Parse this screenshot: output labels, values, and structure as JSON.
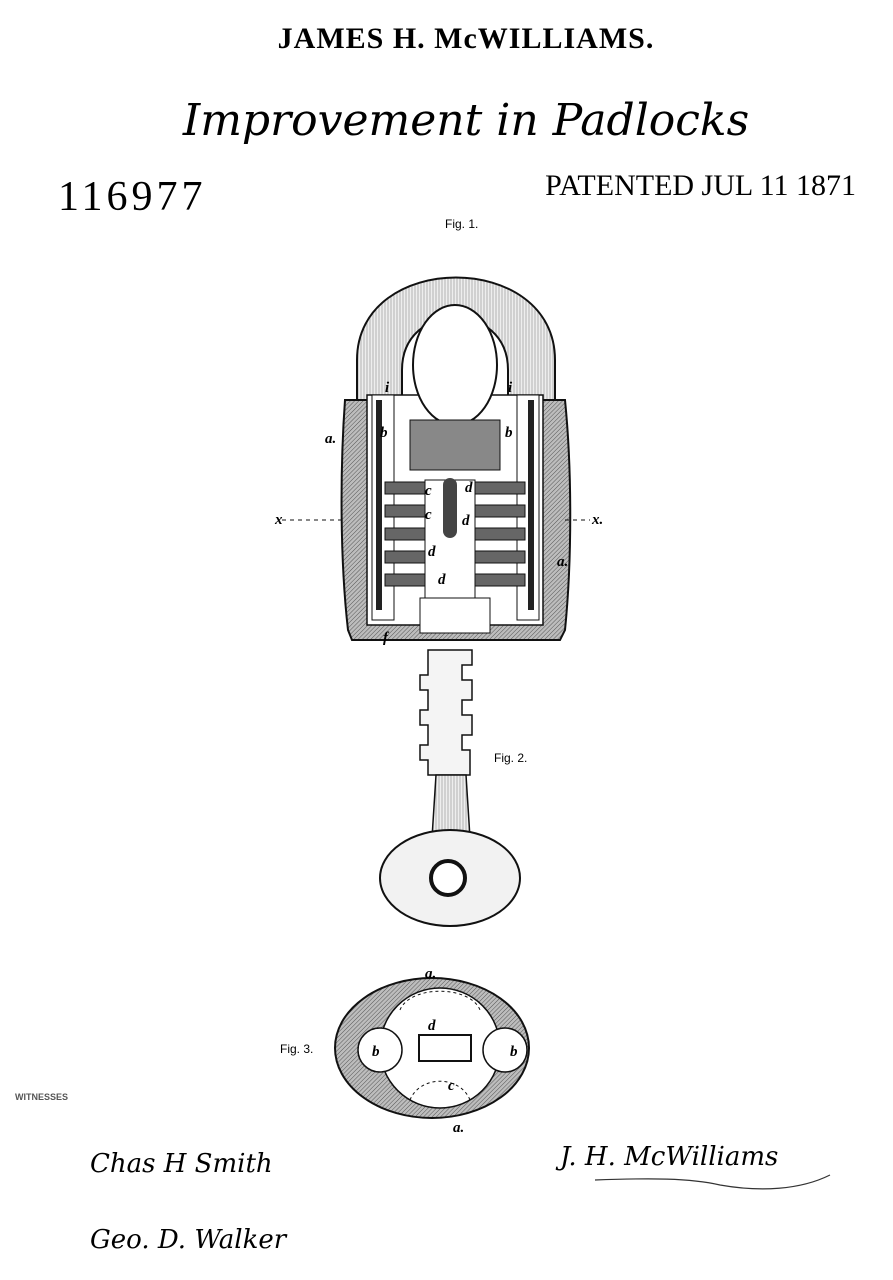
{
  "header": {
    "inventor": "JAMES H. McWILLIAMS.",
    "title": "Improvement in Padlocks",
    "patent_number": "116977",
    "patented_date": "PATENTED JUL 11 1871"
  },
  "figures": {
    "fig1": "Fig. 1.",
    "fig2": "Fig. 2.",
    "fig3": "Fig. 3."
  },
  "labels": {
    "a": "a.",
    "b": "b",
    "c": "c",
    "d": "d",
    "i": "i",
    "f": "f",
    "x_left": "x",
    "x_right": "x."
  },
  "witnesses": {
    "label": "WITNESSES",
    "signature1": "Chas H Smith",
    "signature2": "Geo. D. Walker"
  },
  "inventor_signature": "J. H. McWilliams"
}
